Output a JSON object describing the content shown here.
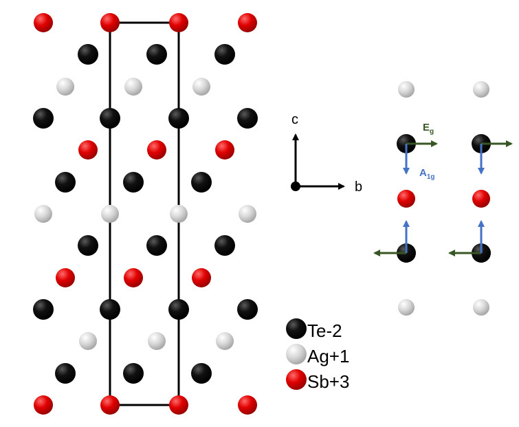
{
  "colors": {
    "te": "#000000",
    "ag": "#d9d9d9",
    "sb": "#e00000",
    "cell_edge": "#000000",
    "eg_arrow": "#375623",
    "a1g_arrow": "#4472c4"
  },
  "axes": {
    "c_label": "c",
    "b_label": "b"
  },
  "legend": {
    "items": [
      {
        "label": "Te-2",
        "species": "te"
      },
      {
        "label": "Ag+1",
        "species": "ag"
      },
      {
        "label": "Sb+3",
        "species": "sb"
      }
    ]
  },
  "modes": {
    "eg": {
      "main": "E",
      "sub": "g"
    },
    "a1g": {
      "main": "A",
      "sub": "1g"
    }
  }
}
